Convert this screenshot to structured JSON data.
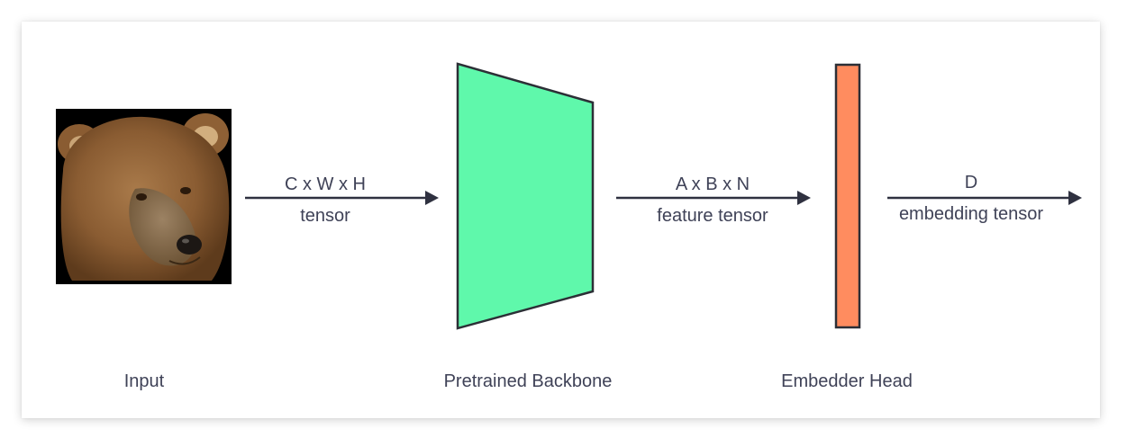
{
  "nodes": {
    "input": {
      "label": "Input"
    },
    "backbone": {
      "label": "Pretrained Backbone",
      "color": "#5ff8ab"
    },
    "head": {
      "label": "Embedder Head",
      "color": "#ff8c5f"
    }
  },
  "edges": [
    {
      "top": "C x W x H",
      "bottom": "tensor"
    },
    {
      "top": "A x B x N",
      "bottom": "feature tensor"
    },
    {
      "top": "D",
      "bottom": "embedding tensor"
    }
  ],
  "icon": "bear-face-photo"
}
